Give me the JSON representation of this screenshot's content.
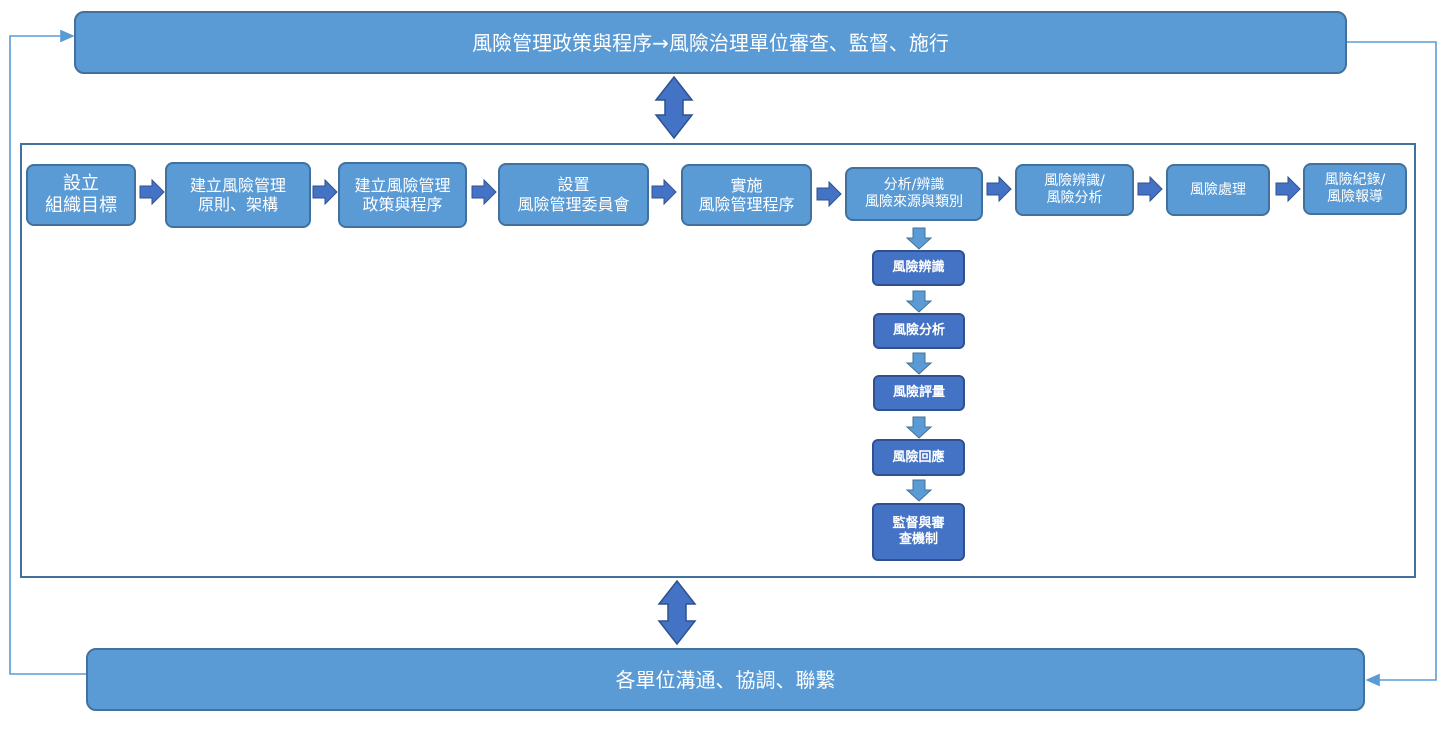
{
  "top_box": {
    "label": "風險管理政策與程序→風險治理單位審查、監督、施行"
  },
  "bottom_box": {
    "label": "各單位溝通、協調、聯繫"
  },
  "steps": [
    {
      "label": "設立\n組織目標"
    },
    {
      "label": "建立風險管理\n原則、架構"
    },
    {
      "label": "建立風險管理\n政策與程序"
    },
    {
      "label": "設置\n風險管理委員會"
    },
    {
      "label": "實施\n風險管理程序"
    },
    {
      "label": "分析/辨識\n風險來源與類別"
    },
    {
      "label": "風險辨識/\n風險分析"
    },
    {
      "label": "風險處理"
    },
    {
      "label": "風險紀錄/\n風險報導"
    }
  ],
  "sub_steps": [
    {
      "label": "風險辨識"
    },
    {
      "label": "風險分析"
    },
    {
      "label": "風險評量"
    },
    {
      "label": "風險回應"
    },
    {
      "label": "監督與審\n查機制"
    }
  ],
  "colors": {
    "box_fill": "#5b9bd5",
    "box_border": "#41719c",
    "dark_fill": "#4472c4",
    "arrow": "#4472c4",
    "loop_line": "#5b9bd5"
  }
}
